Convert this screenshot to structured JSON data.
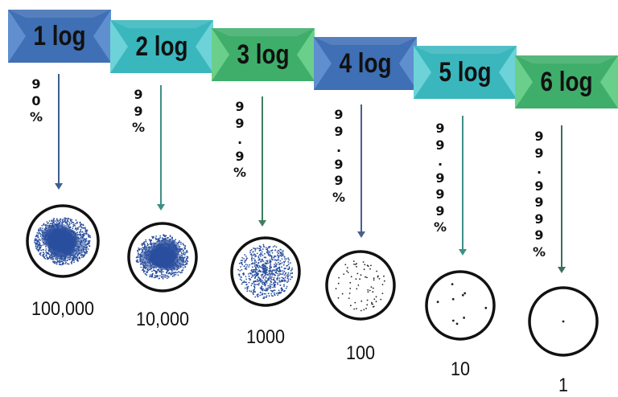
{
  "steps": [
    {
      "label": "1 log",
      "percent": "90%",
      "count": "100,000",
      "color_dark": "#3f6fb4",
      "color_light": "#5f8fcf",
      "arrow": "#3d5f8e",
      "density": 1.0
    },
    {
      "label": "2 log",
      "percent": "99%",
      "count": "10,000",
      "color_dark": "#3ab7bd",
      "color_light": "#6dd3d8",
      "arrow": "#3f8f86",
      "density": 0.8
    },
    {
      "label": "3 log",
      "percent": "99.9%",
      "count": "1000",
      "color_dark": "#3fae6a",
      "color_light": "#6bcf8c",
      "arrow": "#3f7f5f",
      "density": 0.45
    },
    {
      "label": "4 log",
      "percent": "99.99%",
      "count": "100",
      "color_dark": "#3f6fb4",
      "color_light": "#5f8fcf",
      "arrow": "#4a5f8e",
      "density": 0.12
    },
    {
      "label": "5 log",
      "percent": "99.999%",
      "count": "10",
      "color_dark": "#3ab7bd",
      "color_light": "#6dd3d8",
      "arrow": "#3f8f86",
      "density": 0.02
    },
    {
      "label": "6 log",
      "percent": "99.9999%",
      "count": "1",
      "color_dark": "#3fae6a",
      "color_light": "#6bcf8c",
      "arrow": "#3f6f5a",
      "density": 0.002
    }
  ],
  "dot_color": "#2a4f9e"
}
